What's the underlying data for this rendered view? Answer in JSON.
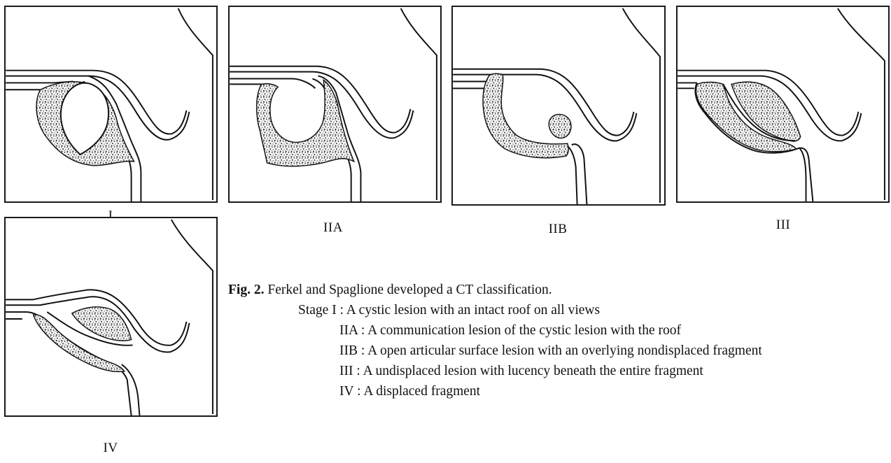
{
  "figure": {
    "panels": [
      {
        "id": "I",
        "label": "I"
      },
      {
        "id": "IIA",
        "label": "IIA"
      },
      {
        "id": "IIB",
        "label": "IIB"
      },
      {
        "id": "III",
        "label": "III"
      },
      {
        "id": "IV",
        "label": "IV"
      }
    ],
    "caption": {
      "fig_label": "Fig. 2.",
      "title": "Ferkel and Spaglione developed a CT classification.",
      "lines": [
        "Stage I : A cystic lesion with an intact roof on all views",
        "IIA : A communication lesion of the cystic lesion with the roof",
        "IIB : A open articular surface lesion with an overlying nondisplaced fragment",
        "III : A undisplaced lesion with lucency beneath the entire fragment",
        "IV : A displaced fragment"
      ]
    }
  }
}
